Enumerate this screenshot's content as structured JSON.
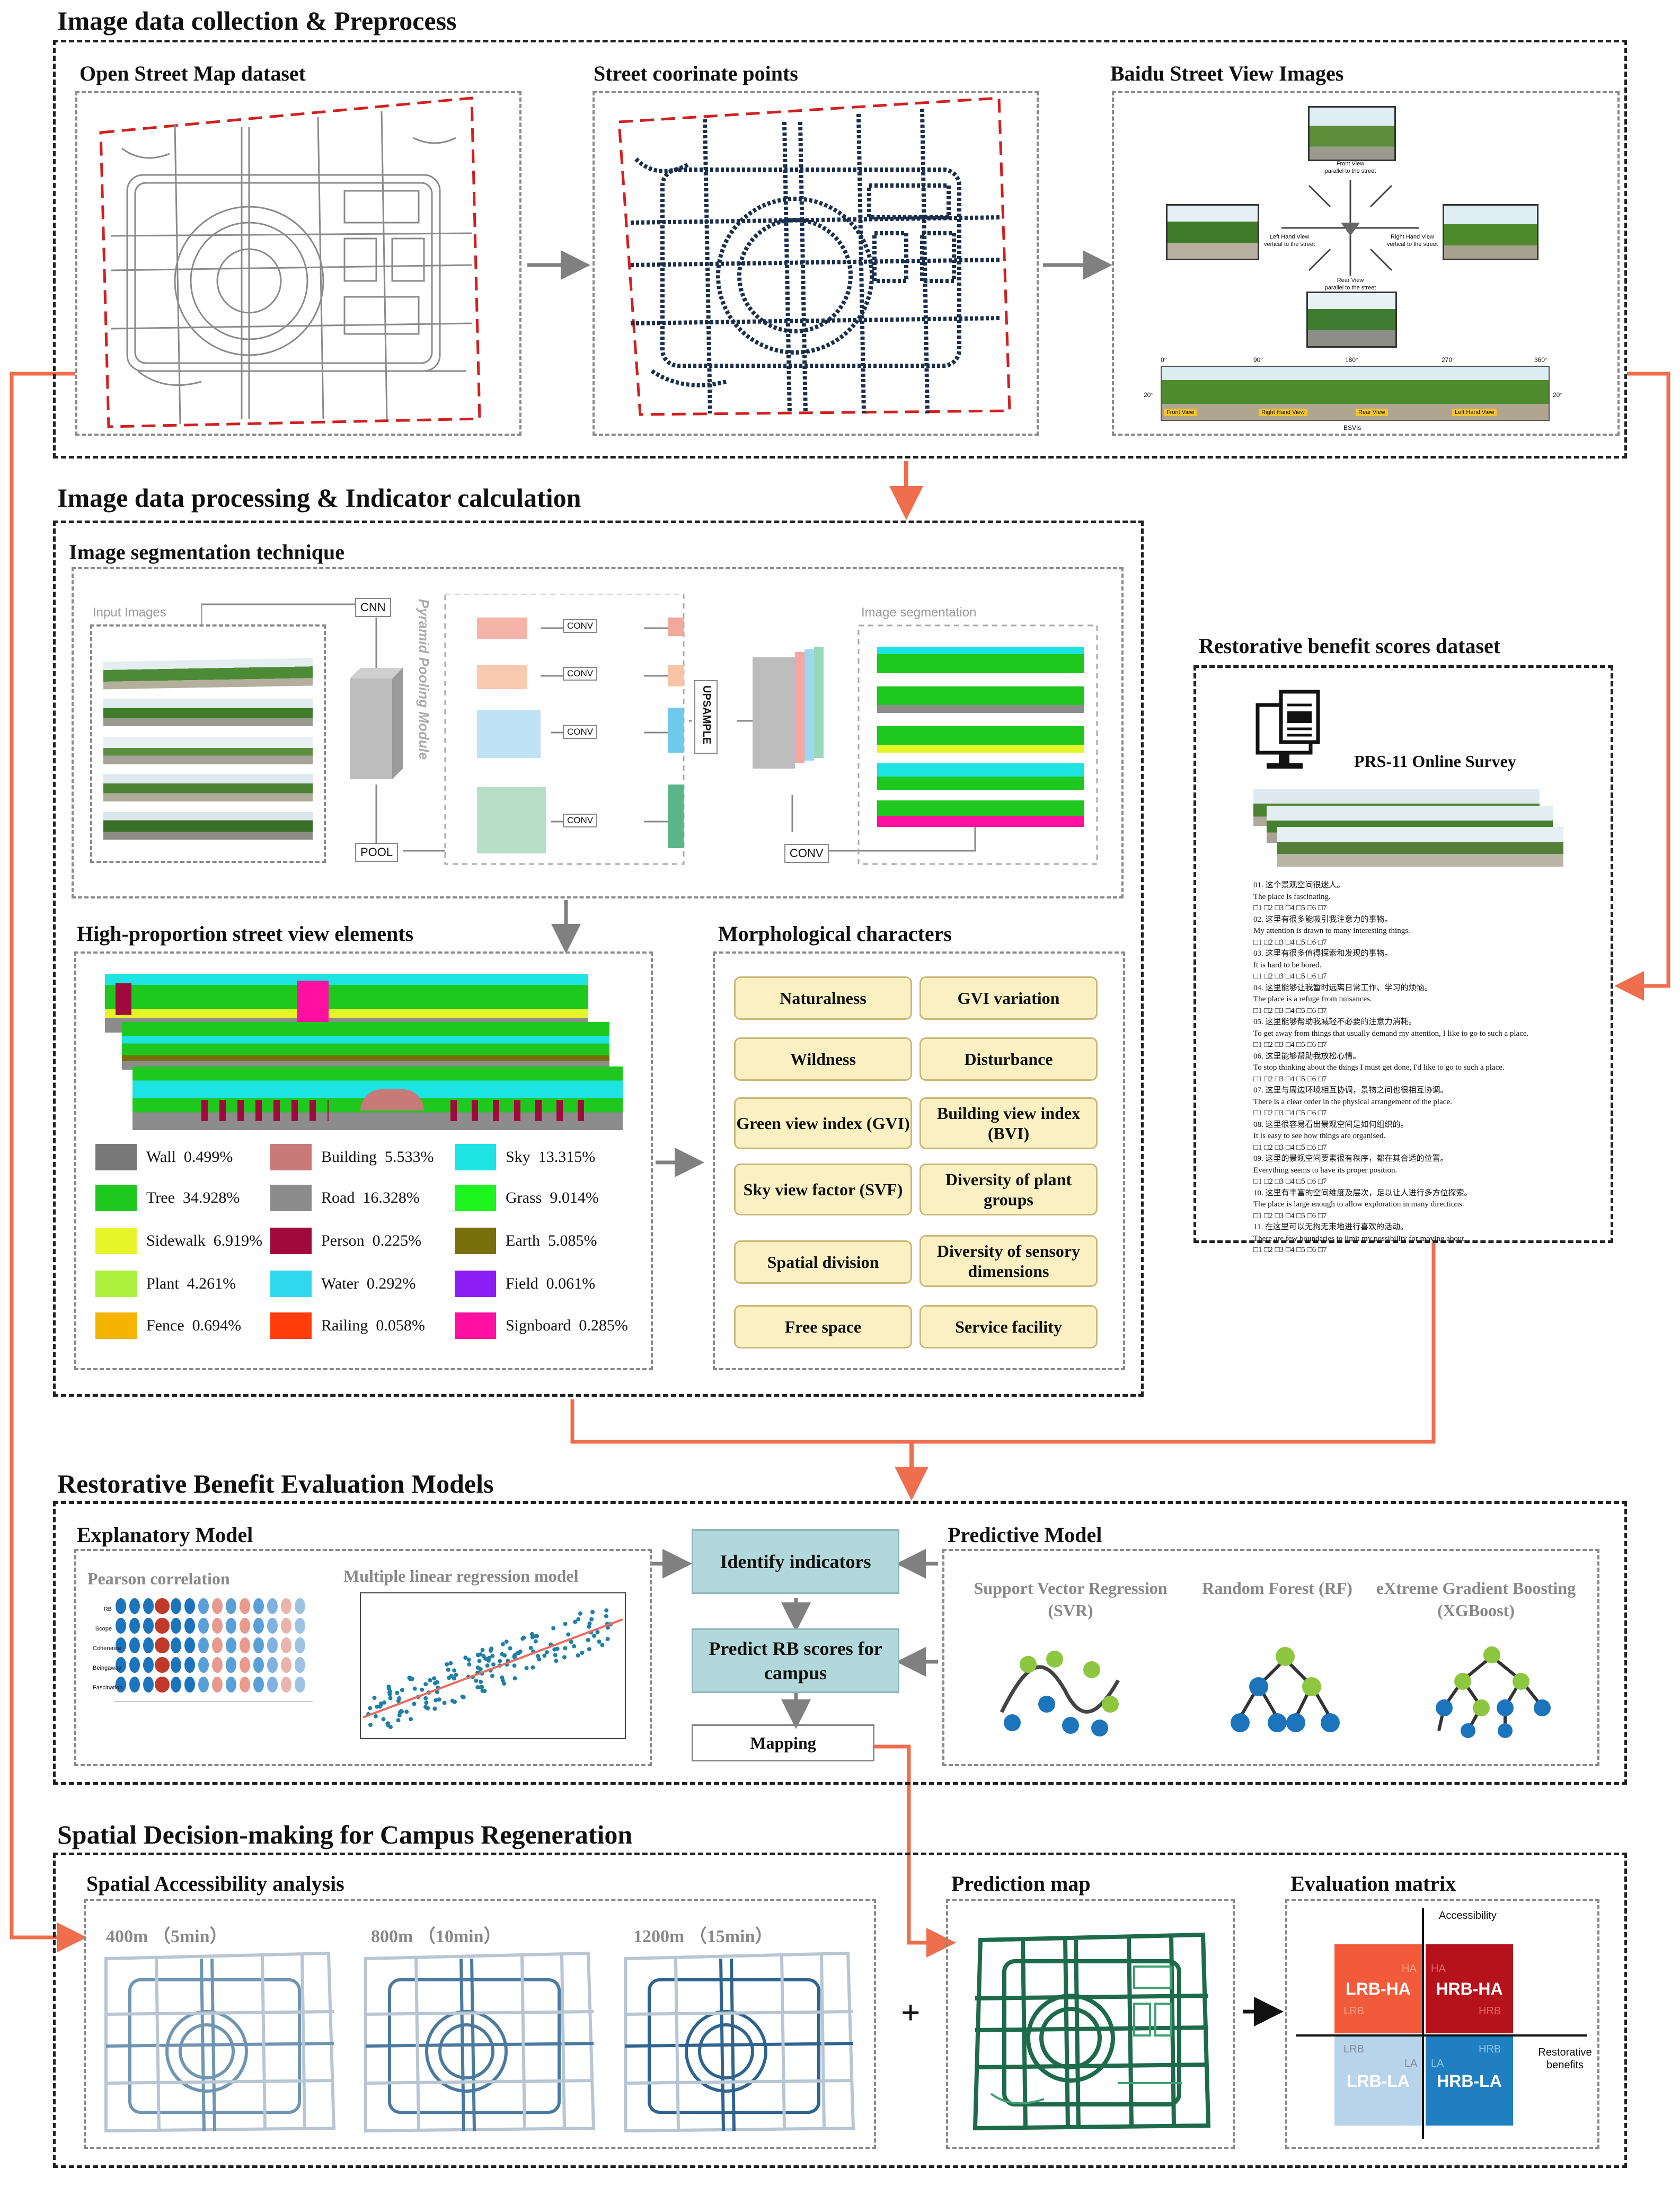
{
  "sections": {
    "s1": "Image data collection &  Preprocess",
    "s2": "Image data processing & Indicator calculation",
    "s3": "Restorative Benefit Evaluation Models",
    "s4": "Spatial Decision-making for Campus Regeneration"
  },
  "preprocess": {
    "osm": "Open Street Map dataset",
    "points": "Street coorinate points",
    "bsv": "Baidu Street View Images",
    "bsv_labels": {
      "front": "Front View",
      "front_sub": "parallel to the street",
      "left": "Left Hand View",
      "left_sub": "vertical to the street",
      "right": "Right Hand View",
      "right_sub": "vertical to the street",
      "rear": "Rear View",
      "rear_sub": "parallel to the street",
      "deg0": "0°",
      "deg90": "90°",
      "deg180": "180°",
      "deg270": "270°",
      "deg360": "360°",
      "pitch_left": "20°",
      "pitch_right": "20°",
      "strip_front": "Front View",
      "strip_right": "Right Hand View",
      "strip_rear": "Rear View",
      "strip_left": "Left Hand View",
      "caption": "BSVIs"
    }
  },
  "segmentation": {
    "title": "Image segmentation technique",
    "input_images": "Input Images",
    "cnn": "CNN",
    "pool": "POOL",
    "ppm": "Pyramid Pooling Module",
    "conv": "CONV",
    "upsample": "UPSAMPLE",
    "output": "Image segmentation",
    "conv_out": "CONV"
  },
  "elements": {
    "title": "High-proportion street view elements",
    "legend": [
      {
        "label": "Wall",
        "value": "0.499%",
        "color": "#787878"
      },
      {
        "label": "Building",
        "value": "5.533%",
        "color": "#c87a78"
      },
      {
        "label": "Sky",
        "value": "13.315%",
        "color": "#1ee3e3"
      },
      {
        "label": "Tree",
        "value": "34.928%",
        "color": "#1ec81e"
      },
      {
        "label": "Road",
        "value": "16.328%",
        "color": "#8c8c8c"
      },
      {
        "label": "Grass",
        "value": "9.014%",
        "color": "#1ef41e"
      },
      {
        "label": "Sidewalk",
        "value": "6.919%",
        "color": "#e6f52a"
      },
      {
        "label": "Person",
        "value": "0.225%",
        "color": "#a0093c"
      },
      {
        "label": "Earth",
        "value": "5.085%",
        "color": "#786e0a"
      },
      {
        "label": "Plant",
        "value": "4.261%",
        "color": "#aaf03c"
      },
      {
        "label": "Water",
        "value": "0.292%",
        "color": "#32d8f0"
      },
      {
        "label": "Field",
        "value": "0.061%",
        "color": "#8c1ef5"
      },
      {
        "label": "Fence",
        "value": "0.694%",
        "color": "#f5b400"
      },
      {
        "label": "Railing",
        "value": "0.058%",
        "color": "#ff3c0a"
      },
      {
        "label": "Signboard",
        "value": "0.285%",
        "color": "#ff10a0"
      }
    ]
  },
  "morph": {
    "title": "Morphological characters",
    "items": [
      "Naturalness",
      "GVI variation",
      "Wildness",
      "Disturbance",
      "Green view index (GVI)",
      "Building view index (BVI)",
      "Sky view factor (SVF)",
      "Diversity of plant groups",
      "Spatial division",
      "Diversity of sensory dimensions",
      "Free space",
      "Service facility"
    ]
  },
  "survey": {
    "title": "Restorative benefit scores dataset",
    "subtitle": "PRS-11 Online Survey",
    "lines": [
      "01. 这个景观空间很迷人。",
      "The place is fascinating.",
      "□1  □2  □3  □4  □5  □6  □7",
      "02. 这里有很多能吸引我注意力的事物。",
      "My attention is drawn to many interesting things.",
      "□1  □2  □3  □4  □5  □6  □7",
      "03. 这里有很多值得探索和发现的事物。",
      "It is hard to be bored.",
      "□1  □2  □3  □4  □5  □6  □7",
      "04. 这里能够让我暂时远离日常工作、学习的烦恼。",
      "The place is a refuge from nuisances.",
      "□1  □2  □3  □4  □5  □6  □7",
      "05. 这里能够帮助我减轻不必要的注意力消耗。",
      "To get away from things that usually demand my attention, I like to go to such a place.",
      "□1  □2  □3  □4  □5  □6  □7",
      "06. 这里能够帮助我放松心情。",
      "To stop thinking about the things I must get done, I'd like to go to such a place.",
      "□1  □2  □3  □4  □5  □6  □7",
      "07. 这里与周边环境相互协调，景物之间也很相互协调。",
      "There is a clear order in the physical arrangement of the place.",
      "□1  □2  □3  □4  □5  □6  □7",
      "08. 这里很容易看出景观空间是如何组织的。",
      "It is easy to see how things are organised.",
      "□1  □2  □3  □4  □5  □6  □7",
      "09. 这里的景观空间要素很有秩序，都在其合适的位置。",
      "Everything seems to have its proper position.",
      "□1  □2  □3  □4  □5  □6  □7",
      "10. 这里有丰富的空间维度及层次，足以让人进行多方位探索。",
      "The place is large enough to allow exploration in many directions.",
      "□1  □2  □3  □4  □5  □6  □7",
      "11. 在这里可以无拘无束地进行喜欢的活动。",
      "There are few boundaries to limit my possibility for moving about.",
      "□1  □2  □3  □4  □5  □6  □7"
    ]
  },
  "models": {
    "explanatory": "Explanatory Model",
    "pearson": "Pearson correlation",
    "mlr": "Multiple linear regression model",
    "pearson_rows": [
      "RB",
      "Scope",
      "Coherence",
      "Beingaway",
      "Fascination"
    ],
    "identify": "Identify indicators",
    "predict": "Predict RB scores for campus",
    "mapping": "Mapping",
    "predictive": "Predictive Model",
    "svr": "Support Vector Regression (SVR)",
    "rf": "Random Forest (RF)",
    "xgb": "eXtreme Gradient Boosting (XGBoost)"
  },
  "spatial": {
    "title": "Spatial Accessibility analysis",
    "m400": "400m （5min）",
    "m800": "800m （10min）",
    "m1200": "1200m （15min）",
    "plus": "+",
    "prediction": "Prediction map",
    "matrix": "Evaluation matrix",
    "axis_y": "Accessibility",
    "axis_x": "Restorative benefits",
    "q_lrb_ha": "LRB-HA",
    "q_hrb_ha": "HRB-HA",
    "q_lrb_la": "LRB-LA",
    "q_hrb_la": "HRB-LA",
    "t_ha1": "HA",
    "t_lrb1": "LRB",
    "t_ha2": "HA",
    "t_hrb2": "HRB",
    "t_lrb3": "LRB",
    "t_la3": "LA",
    "t_la4": "LA",
    "t_hrb4": "HRB"
  },
  "colors": {
    "orange_arrow": "#ef6e4d",
    "grey_arrow": "#808080",
    "teal_box": "#b3d8dc",
    "morph_box": "#fbf0c2",
    "q_lrb_ha": "#f15a3a",
    "q_hrb_ha": "#b5121b",
    "q_lrb_la": "#b8d4ea",
    "q_hrb_la": "#1f7fc1"
  }
}
